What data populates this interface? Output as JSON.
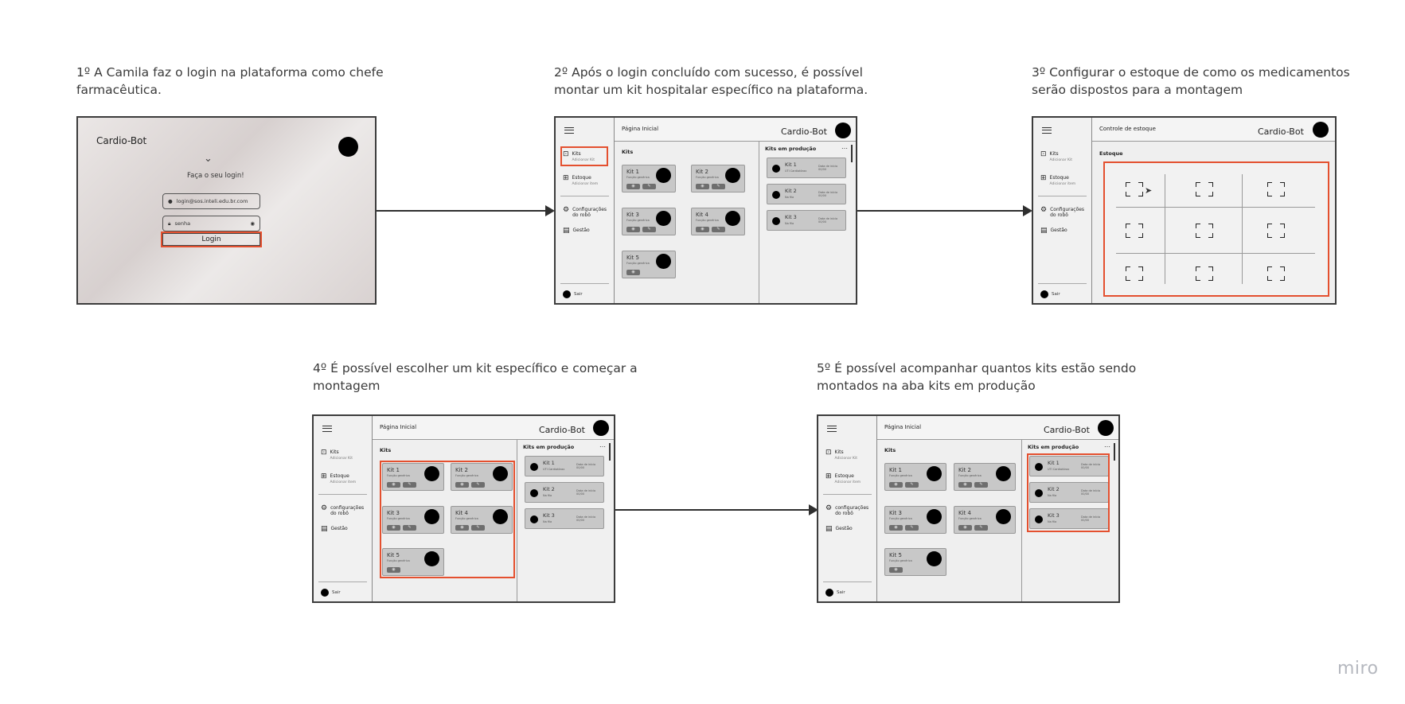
{
  "steps": [
    {
      "text": "1º A Camila faz o login na plataforma como chefe\nfarmacêutica."
    },
    {
      "text": "2º Após o login concluído com sucesso, é possível\nmontar um kit hospitalar específico na plataforma."
    },
    {
      "text": "3º Configurar o estoque de como os medicamentos\nserão dispostos para a montagem"
    },
    {
      "text": "4º É possível escolher um kit específico e começar a\nmontagem"
    },
    {
      "text": "5º É possível acompanhar quantos kits estão sendo\nmontados na aba kits em produção"
    }
  ],
  "login": {
    "brand": "Cardio-Bot",
    "prompt": "Faça o seu login!",
    "email_value": "login@sos.inteli.edu.br.com",
    "password_placeholder": "senha",
    "login_button": "Login"
  },
  "app": {
    "brand": "Cardio-Bot",
    "page_title": "Página Inicial",
    "stock_page_title": "Controle de estoque",
    "nav": {
      "kits": "Kits",
      "kits_sub": "Adicionar Kit",
      "stock": "Estoque",
      "stock_sub": "Adicionar item",
      "config": "Configurações do robô",
      "config_alt": "configurações do robô",
      "management": "Gestão",
      "exit": "Sair"
    },
    "kits_section": "Kits",
    "production_section": "Kits em produção",
    "stock_section": "Estoque",
    "kit_subtitle": "Função genérica",
    "kits": [
      {
        "name": "Kit 1"
      },
      {
        "name": "Kit 2"
      },
      {
        "name": "Kit 3"
      },
      {
        "name": "Kit 4"
      },
      {
        "name": "Kit 5"
      }
    ],
    "production": [
      {
        "name": "Kit 1",
        "sub": "UTI Cardiotórax",
        "date_label": "Data de início 00/00"
      },
      {
        "name": "Kit 2",
        "sub": "Na fila",
        "date_label": "Data de início 00/00"
      },
      {
        "name": "Kit 3",
        "sub": "Na fila",
        "date_label": "Data de início 00/00"
      }
    ]
  },
  "watermark": "miro",
  "colors": {
    "highlight": "#e4502f",
    "card": "#c8c8c8",
    "frame_border": "#3c3c3c"
  }
}
